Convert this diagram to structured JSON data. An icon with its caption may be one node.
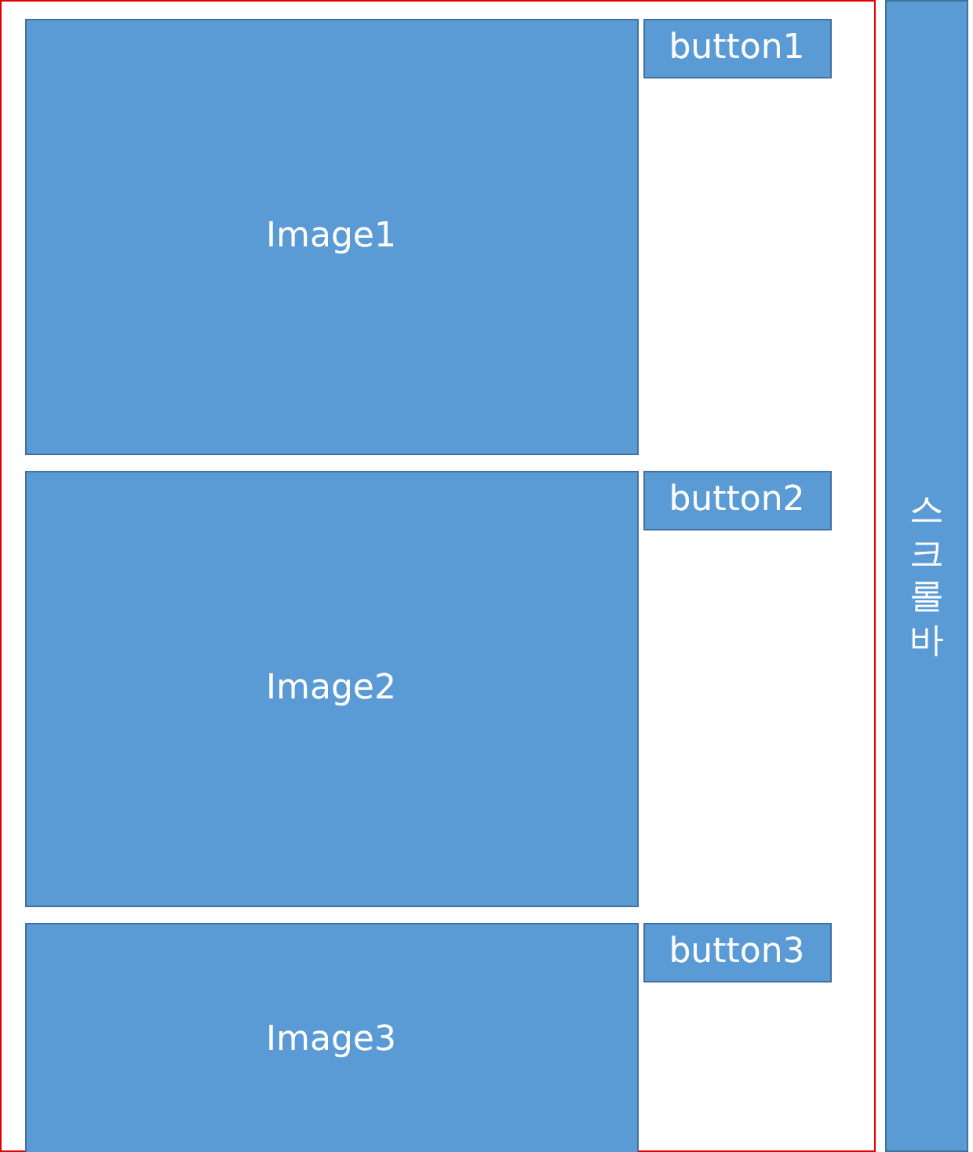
{
  "diagram": {
    "nodes": [
      {
        "text": [],
        "shape": "box"
      },
      {
        "text": [
          "Image1"
        ],
        "in": 0
      },
      {
        "text": [
          "button1"
        ],
        "in": 0
      },
      {
        "text": [
          "Image2"
        ],
        "in": 0
      },
      {
        "text": [
          "button2"
        ],
        "in": 0
      },
      {
        "text": [
          "Image3"
        ],
        "in": 0
      },
      {
        "text": [
          "button3"
        ],
        "in": 0
      },
      {
        "text": [
          "스크롤바"
        ]
      }
    ]
  }
}
